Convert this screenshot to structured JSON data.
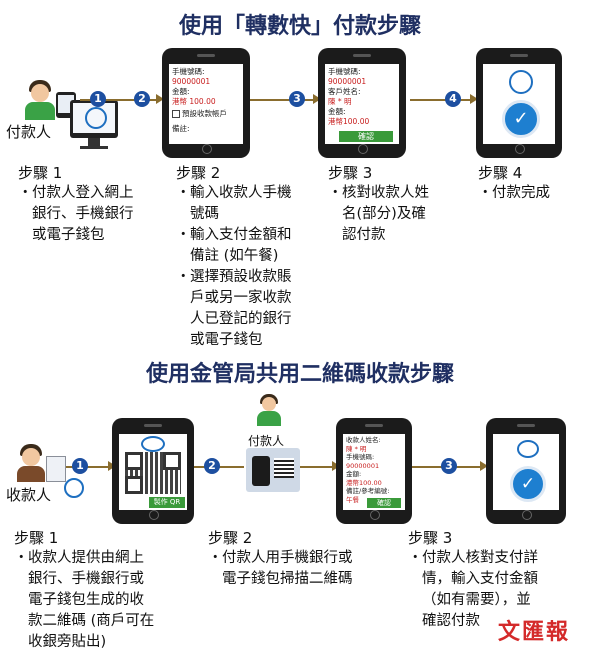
{
  "section1": {
    "title": "使用「轉數快」付款步驟",
    "payer_label": "付款人",
    "arrow_numbers": [
      "1",
      "2",
      "3",
      "4"
    ],
    "phone2": {
      "lines": [
        "手機號碼:",
        "90000001",
        "金額:",
        "港幣 100.00",
        "預設收款帳戶",
        "備註:"
      ]
    },
    "phone3": {
      "lines": [
        "手機號碼:",
        "90000001",
        "客戶姓名:",
        "陳 * 明",
        "金額:",
        "港幣100.00"
      ],
      "confirm": "確認"
    },
    "steps": [
      {
        "head": "步驟 1",
        "bullets": [
          [
            "付款人登入網上",
            "銀行、手機銀行",
            "或電子錢包"
          ]
        ]
      },
      {
        "head": "步驟 2",
        "bullets": [
          [
            "輸入收款人手機",
            "號碼"
          ],
          [
            "輸入支付金額和",
            "備註 (如午餐)"
          ],
          [
            "選擇預設收款賬",
            "戶或另一家收款",
            "人已登記的銀行",
            "或電子錢包"
          ]
        ]
      },
      {
        "head": "步驟 3",
        "bullets": [
          [
            "核對收款人姓",
            "名(部分)及確",
            "認付款"
          ]
        ]
      },
      {
        "head": "步驟 4",
        "bullets": [
          [
            "付款完成"
          ]
        ]
      }
    ]
  },
  "section2": {
    "title": "使用金管局共用二維碼收款步驟",
    "payee_label": "收款人",
    "payer_label": "付款人",
    "arrow_numbers": [
      "1",
      "2",
      "3"
    ],
    "qr_button": "製作 QR",
    "phone3": {
      "lines": [
        "收款人姓名:",
        "陳 * 明",
        "手機號碼:",
        "90000001",
        "金額:",
        "港幣100.00",
        "備註/參考編號:",
        "午餐"
      ],
      "confirm": "確認"
    },
    "steps": [
      {
        "head": "步驟 1",
        "bullets": [
          [
            "收款人提供由網上",
            "銀行、手機銀行或",
            "電子錢包生成的收",
            "款二維碼 (商戶可在",
            "收銀旁貼出)"
          ]
        ]
      },
      {
        "head": "步驟 2",
        "bullets": [
          [
            "付款人用手機銀行或",
            "電子錢包掃描二維碼"
          ]
        ]
      },
      {
        "head": "步驟 3",
        "bullets": [
          [
            "付款人核對支付詳",
            "情，輸入支付金額",
            "（如有需要），並",
            "確認付款"
          ]
        ]
      }
    ]
  },
  "watermark": "文匯報",
  "colors": {
    "title": "#1f2f62",
    "badge": "#1d4fa0",
    "arrow": "#8a6d2e",
    "confirm": "#3a9a3a",
    "check": "#1e7fd0"
  }
}
